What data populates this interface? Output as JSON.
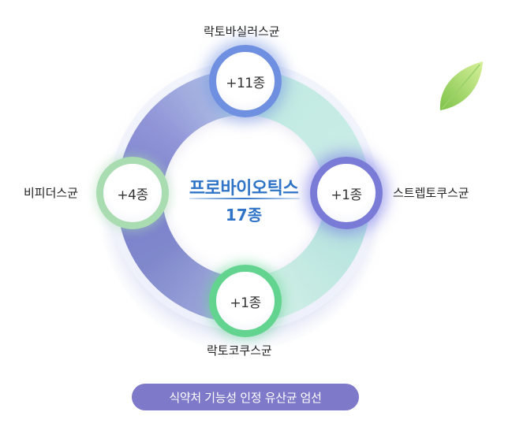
{
  "diagram": {
    "center": {
      "title": "프로바이오틱스",
      "count": "17종"
    },
    "nodes": {
      "top": {
        "name": "락토바실러스균",
        "count": "+11종"
      },
      "right": {
        "name": "스트렙토쿠스균",
        "count": "+1종"
      },
      "left": {
        "name": "비피더스균",
        "count": "+4종"
      },
      "bottom": {
        "name": "락토코쿠스균",
        "count": "+1종"
      }
    },
    "footer": "식약처 기능성 인정 유산균 엄선"
  },
  "colors": {
    "accent_blue": "#2f74c7",
    "footer_purple": "#7f79c9",
    "node_top": "#6f8fe0",
    "node_right": "#7a7bd6",
    "node_left": "#a9dcb0",
    "node_bottom": "#63d48f"
  }
}
